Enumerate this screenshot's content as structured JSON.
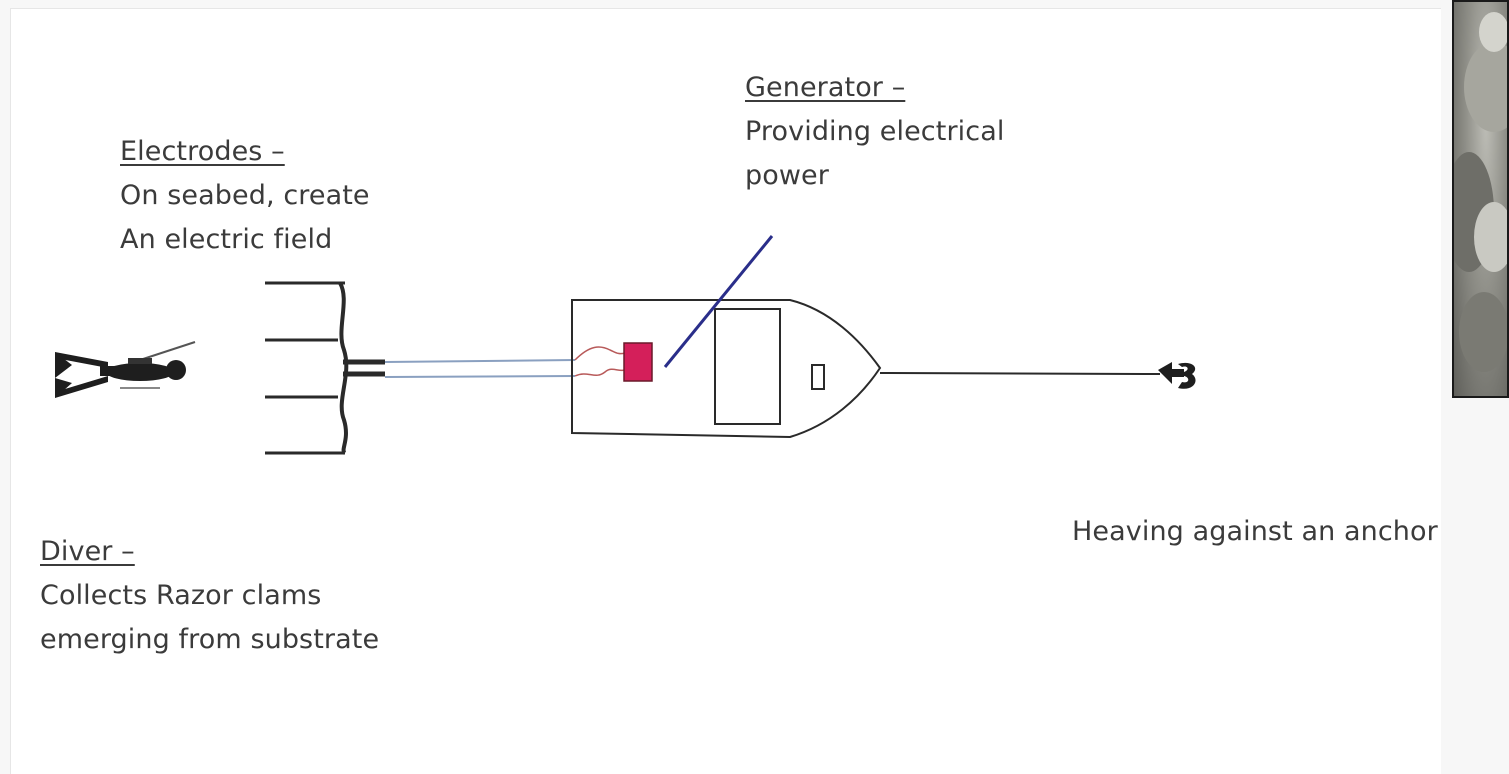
{
  "labels": {
    "electrodes": {
      "title": "Electrodes –",
      "lines": [
        "On seabed, create",
        "An electric field"
      ]
    },
    "generator": {
      "title": "Generator –",
      "lines": [
        "Providing electrical",
        "power"
      ]
    },
    "diver": {
      "title": "Diver –",
      "lines": [
        "Collects Razor clams",
        "emerging from substrate"
      ]
    },
    "anchor": {
      "text": "Heaving against an anchor"
    }
  },
  "colors": {
    "generator_box": "#d41f5a",
    "generator_leader": "#2a2e8a",
    "cable": "#8aa0c0",
    "wiring": "#b85a5a",
    "ink": "#2a2a2a"
  },
  "icons": {
    "diver": "diver-silhouette-icon",
    "anchor": "anchor-icon",
    "boat": "boat-outline-icon",
    "photo": "razor-clam-photo"
  }
}
